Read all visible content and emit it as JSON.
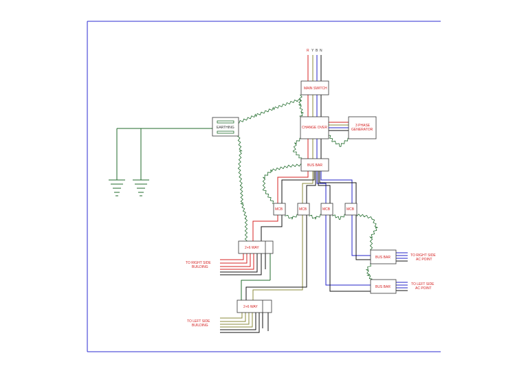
{
  "phases": {
    "r": "R",
    "y": "Y",
    "b": "B",
    "n": "N"
  },
  "labels": {
    "main_switch": "MAIN SWITCH",
    "change_over": "CHANGE OVER",
    "generator_line1": "3 PHASE",
    "generator_line2": "GENERATOR",
    "earthing": "EARTHING",
    "bus_bar_main": "BUS BAR",
    "mcb_1": "MCB",
    "mcb_2": "MCB",
    "mcb_3": "MCB",
    "mcb_4": "MCB",
    "db_upper": "2+6 WAY",
    "db_lower": "2+6 WAY",
    "bus_bar_right": "BUS BAR",
    "bus_bar_left": "BUS BAR",
    "right_building_line1": "TO RIGHT SIDE",
    "right_building_line2": "BUILDING",
    "left_building_line1": "TO LEFT SIDE",
    "left_building_line2": "BUILDING",
    "right_ac_line1": "TO RIGHT SIDE",
    "right_ac_line2": "AC POINT",
    "left_ac_line1": "TO LEFT SIDE",
    "left_ac_line2": "AC POINT"
  },
  "colors": {
    "red": "#d42020",
    "yellow": "#8a8a3a",
    "blue": "#2020c8",
    "neutral": "#111111",
    "earth": "#1f6a2a",
    "frame": "#2a2ad0"
  }
}
